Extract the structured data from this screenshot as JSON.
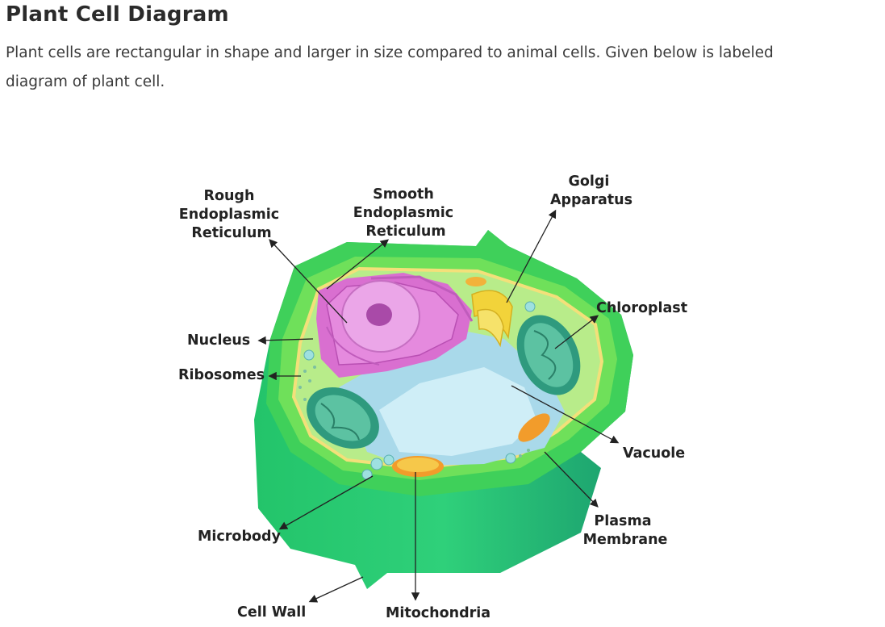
{
  "header": {
    "title": "Plant Cell Diagram",
    "description_line1": "Plant cells are rectangular in shape and larger in size compared to animal cells. Given below is labeled",
    "description_line2": "diagram of plant cell."
  },
  "diagram": {
    "labels": {
      "rough_er": [
        "Rough",
        "Endoplasmic",
        "Reticulum"
      ],
      "smooth_er": [
        "Smooth",
        "Endoplasmic",
        "Reticulum"
      ],
      "golgi": [
        "Golgi",
        "Apparatus"
      ],
      "chloroplast": "Chloroplast",
      "nucleus": "Nucleus",
      "ribosomes": "Ribosomes",
      "vacuole": "Vacuole",
      "plasma_membrane": [
        "Plasma",
        "Membrane"
      ],
      "microbody": "Microbody",
      "cell_wall": "Cell Wall",
      "mitochondria": "Mitochondria"
    },
    "colors": {
      "cell_wall": "#3fd05a",
      "cell_wall_dark": "#1e9e6a",
      "cytoplasm": "#b8ec8a",
      "er": "#d96fd0",
      "nucleus": "#a94aa8",
      "vacuole": "#bfe6f2",
      "chloroplast": "#3aa88a",
      "golgi": "#f2d33a",
      "mitochondria": "#f29c2b"
    }
  }
}
